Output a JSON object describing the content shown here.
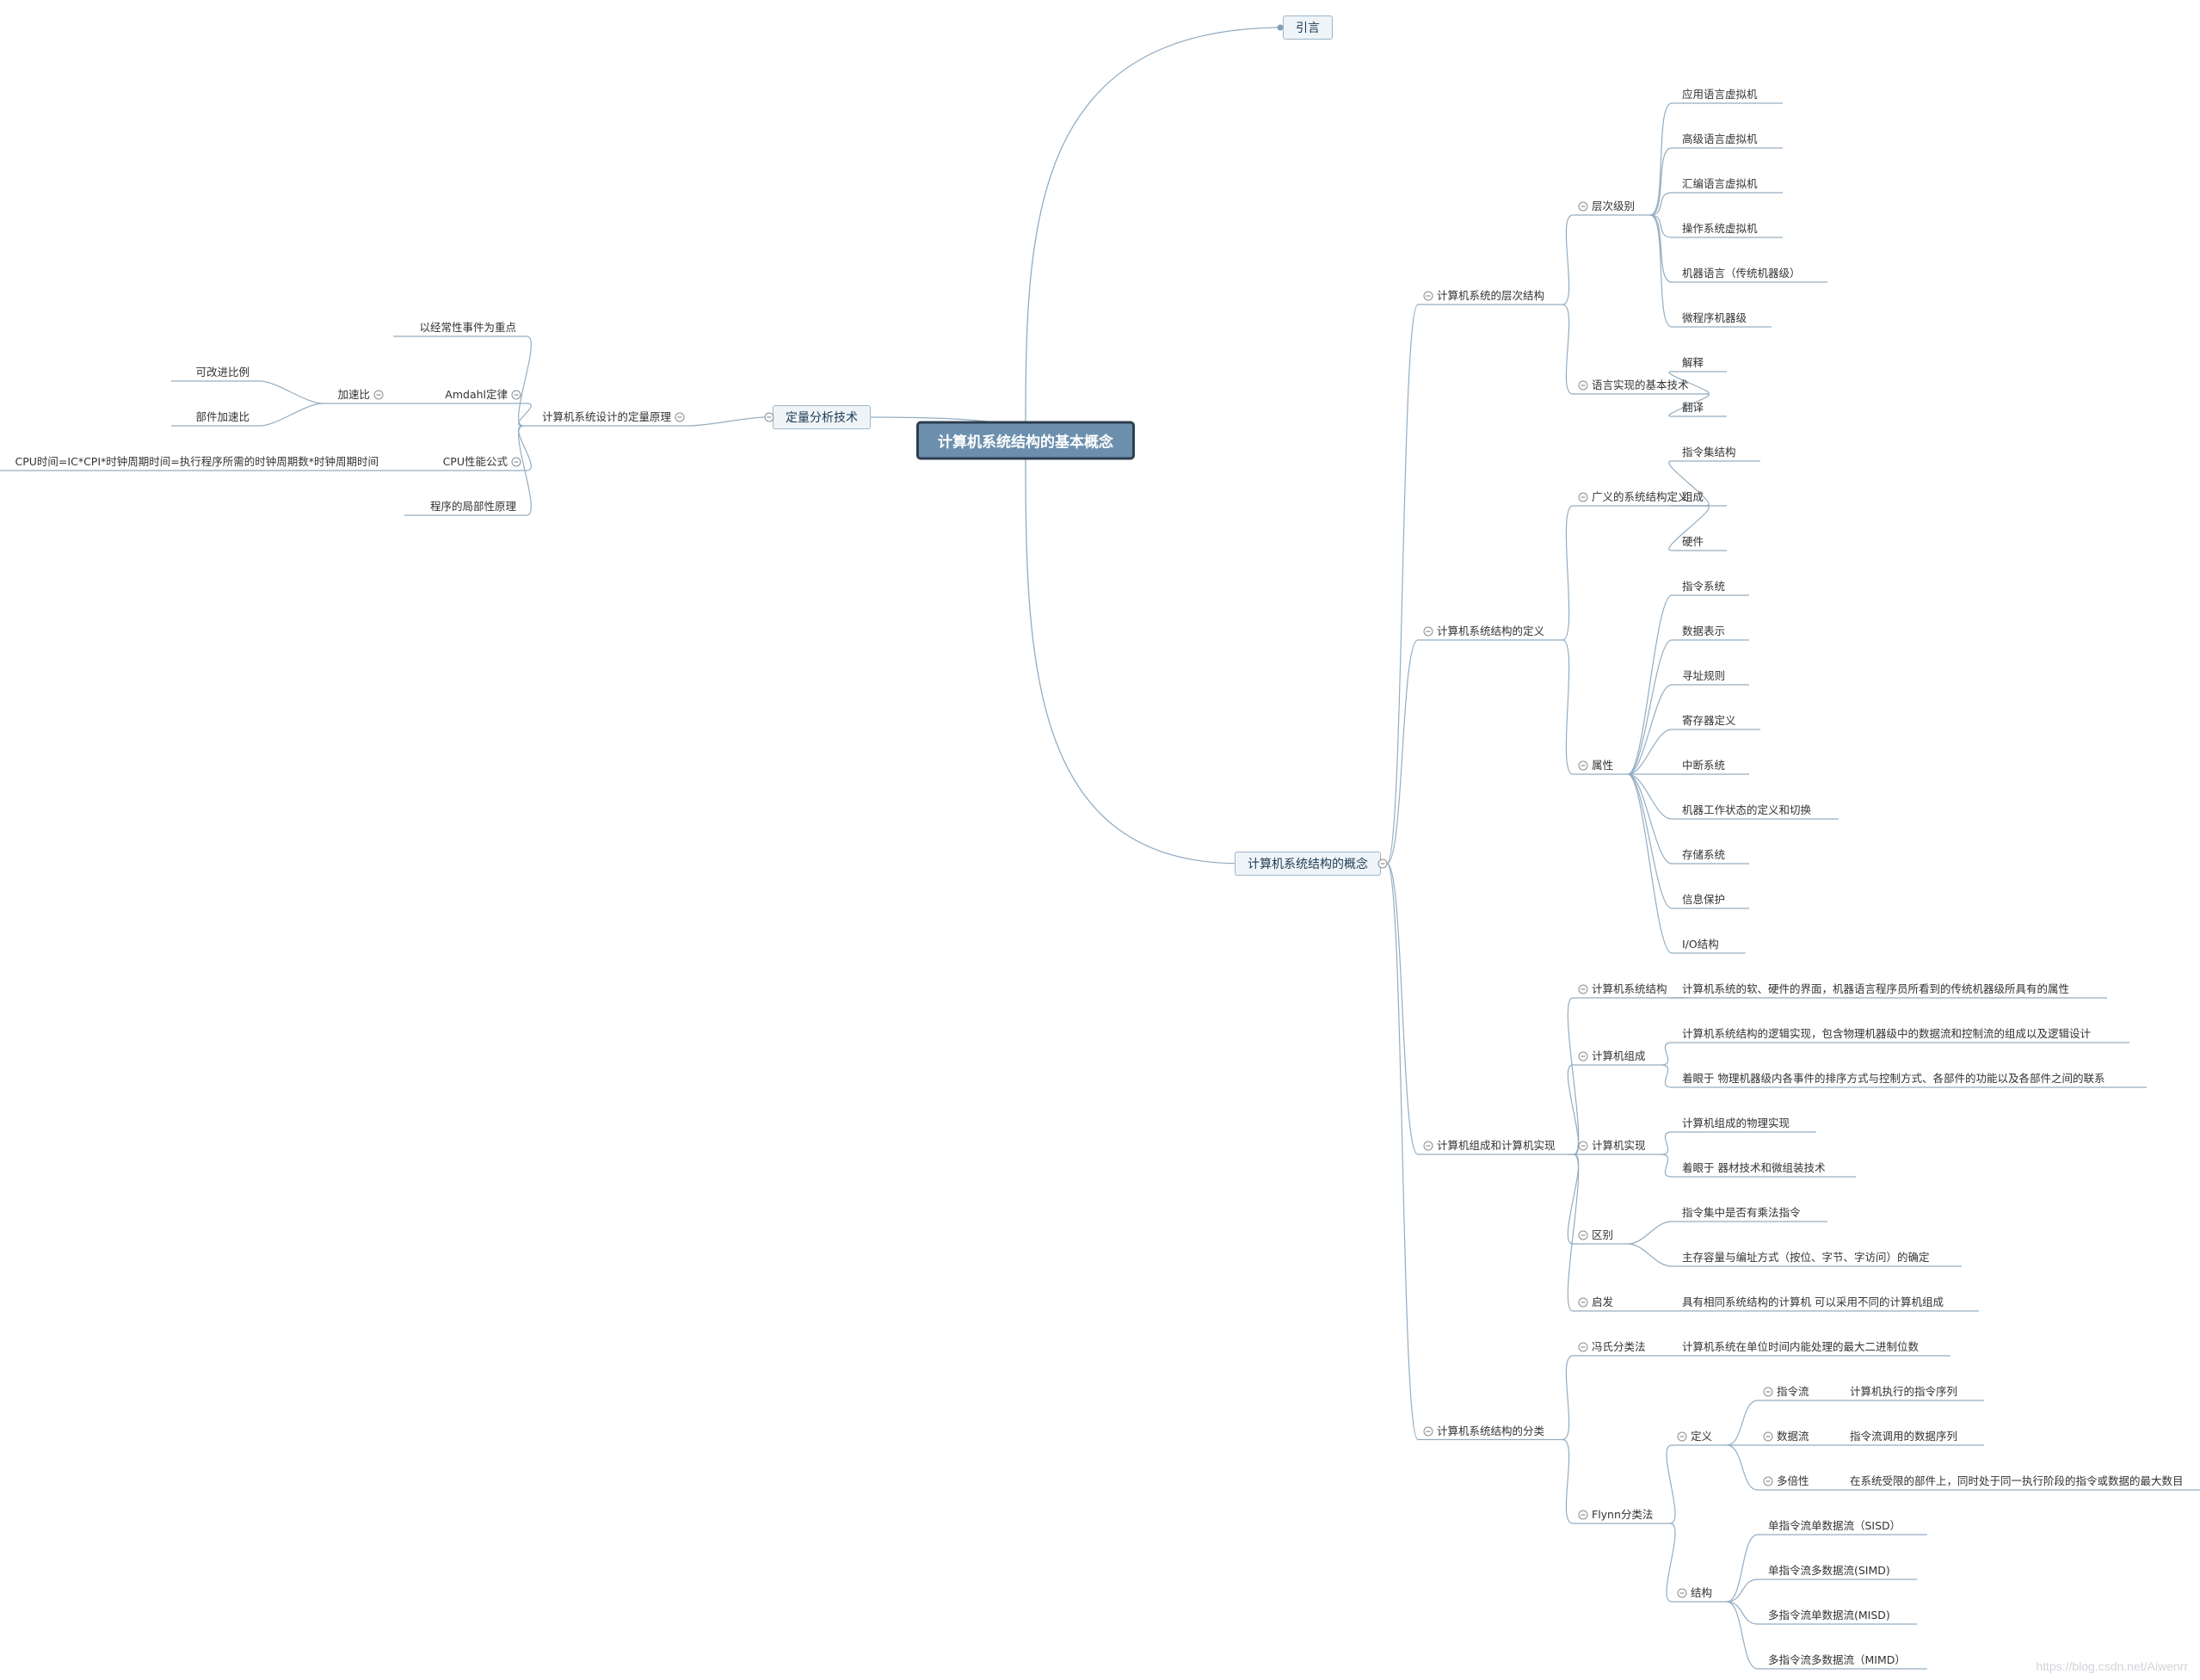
{
  "root": "计算机系统结构的基本概念",
  "right": [
    {
      "label": "引言",
      "box": true
    },
    {
      "label": "计算机系统结构的概念",
      "box": true,
      "children": [
        {
          "label": "计算机系统的层次结构",
          "children": [
            {
              "label": "层次级别",
              "children": [
                {
                  "label": "应用语言虚拟机"
                },
                {
                  "label": "高级语言虚拟机"
                },
                {
                  "label": "汇编语言虚拟机"
                },
                {
                  "label": "操作系统虚拟机"
                },
                {
                  "label": "机器语言（传统机器级）"
                },
                {
                  "label": "微程序机器级"
                }
              ]
            },
            {
              "label": "语言实现的基本技术",
              "children": [
                {
                  "label": "解释"
                },
                {
                  "label": "翻译"
                }
              ]
            }
          ]
        },
        {
          "label": "计算机系统结构的定义",
          "children": [
            {
              "label": "广义的系统结构定义",
              "children": [
                {
                  "label": "指令集结构"
                },
                {
                  "label": "组成"
                },
                {
                  "label": "硬件"
                }
              ]
            },
            {
              "label": "属性",
              "children": [
                {
                  "label": "指令系统"
                },
                {
                  "label": "数据表示"
                },
                {
                  "label": "寻址规则"
                },
                {
                  "label": "寄存器定义"
                },
                {
                  "label": "中断系统"
                },
                {
                  "label": "机器工作状态的定义和切换"
                },
                {
                  "label": "存储系统"
                },
                {
                  "label": "信息保护"
                },
                {
                  "label": "I/O结构"
                }
              ]
            }
          ]
        },
        {
          "label": "计算机组成和计算机实现",
          "children": [
            {
              "label": "计算机系统结构",
              "children": [
                {
                  "label": "计算机系统的软、硬件的界面，机器语言程序员所看到的传统机器级所具有的属性"
                }
              ]
            },
            {
              "label": "计算机组成",
              "children": [
                {
                  "label": "计算机系统结构的逻辑实现，包含物理机器级中的数据流和控制流的组成以及逻辑设计"
                },
                {
                  "label": "着眼于 物理机器级内各事件的排序方式与控制方式、各部件的功能以及各部件之间的联系"
                }
              ]
            },
            {
              "label": "计算机实现",
              "children": [
                {
                  "label": "计算机组成的物理实现"
                },
                {
                  "label": "着眼于 器材技术和微组装技术"
                }
              ]
            },
            {
              "label": "区别",
              "children": [
                {
                  "label": "指令集中是否有乘法指令"
                },
                {
                  "label": "主存容量与编址方式（按位、字节、字访问）的确定"
                }
              ]
            },
            {
              "label": "启发",
              "children": [
                {
                  "label": "具有相同系统结构的计算机 可以采用不同的计算机组成"
                }
              ]
            }
          ]
        },
        {
          "label": "计算机系统结构的分类",
          "children": [
            {
              "label": "冯氏分类法",
              "children": [
                {
                  "label": "计算机系统在单位时间内能处理的最大二进制位数"
                }
              ]
            },
            {
              "label": "Flynn分类法",
              "children": [
                {
                  "label": "定义",
                  "children": [
                    {
                      "label": "指令流",
                      "children": [
                        {
                          "label": "计算机执行的指令序列"
                        }
                      ]
                    },
                    {
                      "label": "数据流",
                      "children": [
                        {
                          "label": "指令流调用的数据序列"
                        }
                      ]
                    },
                    {
                      "label": "多倍性",
                      "children": [
                        {
                          "label": "在系统受限的部件上，同时处于同一执行阶段的指令或数据的最大数目"
                        }
                      ]
                    }
                  ]
                },
                {
                  "label": "结构",
                  "children": [
                    {
                      "label": "单指令流单数据流（SISD）"
                    },
                    {
                      "label": "单指令流多数据流(SIMD)"
                    },
                    {
                      "label": "多指令流单数据流(MISD)"
                    },
                    {
                      "label": "多指令流多数据流（MIMD）"
                    }
                  ]
                }
              ]
            }
          ]
        }
      ]
    }
  ],
  "left": [
    {
      "label": "定量分析技术",
      "box": true,
      "children": [
        {
          "label": "计算机系统设计的定量原理",
          "children": [
            {
              "label": "以经常性事件为重点"
            },
            {
              "label": "Amdahl定律",
              "children": [
                {
                  "label": "加速比",
                  "children": [
                    {
                      "label": "可改进比例"
                    },
                    {
                      "label": "部件加速比"
                    }
                  ]
                }
              ]
            },
            {
              "label": "CPU性能公式",
              "children": [
                {
                  "label": "CPU时间=IC*CPI*时钟周期时间=执行程序所需的时钟周期数*时钟周期时间"
                }
              ]
            },
            {
              "label": "程序的局部性原理"
            }
          ]
        }
      ]
    }
  ],
  "watermark": "https://blog.csdn.net/Aiwenrr"
}
